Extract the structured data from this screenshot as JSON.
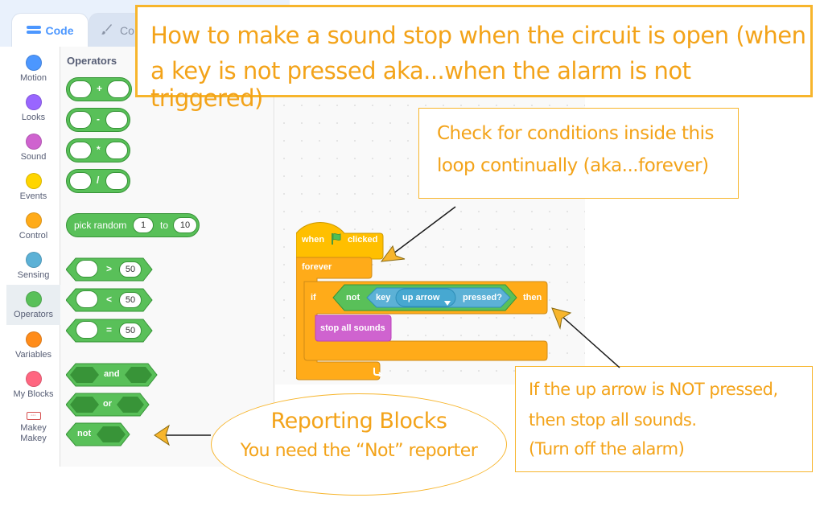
{
  "tabs": {
    "code": "Code",
    "costumes": "Co"
  },
  "categories": [
    {
      "label": "Motion",
      "color": "#4c97ff"
    },
    {
      "label": "Looks",
      "color": "#9966ff"
    },
    {
      "label": "Sound",
      "color": "#cf63cf"
    },
    {
      "label": "Events",
      "color": "#ffd500"
    },
    {
      "label": "Control",
      "color": "#ffab19"
    },
    {
      "label": "Sensing",
      "color": "#5cb1d6"
    },
    {
      "label": "Operators",
      "color": "#59c059"
    },
    {
      "label": "Variables",
      "color": "#ff8c1a"
    },
    {
      "label": "My Blocks",
      "color": "#ff6680"
    },
    {
      "label": "Makey\nMakey",
      "color": "#d65050"
    }
  ],
  "selected_category": "Operators",
  "palette": {
    "title": "Operators",
    "arith_ops": [
      "+",
      "-",
      "*",
      "/"
    ],
    "pick_random": {
      "label": "pick random",
      "from": "1",
      "to_label": "to",
      "to": "10"
    },
    "comparisons": [
      {
        "op": ">",
        "value": "50"
      },
      {
        "op": "<",
        "value": "50"
      },
      {
        "op": "=",
        "value": "50"
      }
    ],
    "logic": {
      "and": "and",
      "or": "or",
      "not": "not"
    }
  },
  "script": {
    "hat": {
      "when": "when",
      "clicked": "clicked"
    },
    "forever": "forever",
    "if": "if",
    "not": "not",
    "key": "key",
    "key_option": "up arrow",
    "pressed": "pressed?",
    "then": "then",
    "stop": "stop all sounds"
  },
  "annotations": {
    "title_line1": "How to make a sound stop when the circuit is open (when",
    "title_line2": "a key is not pressed aka...when the alarm is not triggered)",
    "loop_line1": "Check for conditions inside this",
    "loop_line2": "loop continually (aka...forever)",
    "if_line1": "If the up arrow is NOT pressed,",
    "if_line2": "then stop all sounds.",
    "if_line3": "(Turn off the alarm)",
    "reporting_title": "Reporting Blocks",
    "reporting_sub": "You need the “Not” reporter"
  },
  "colors": {
    "annotation": "#f3a319",
    "operators": "#59c059",
    "control": "#ffab19",
    "events": "#ffbf00",
    "sensing": "#5cb1d6",
    "sound": "#cf63cf"
  }
}
